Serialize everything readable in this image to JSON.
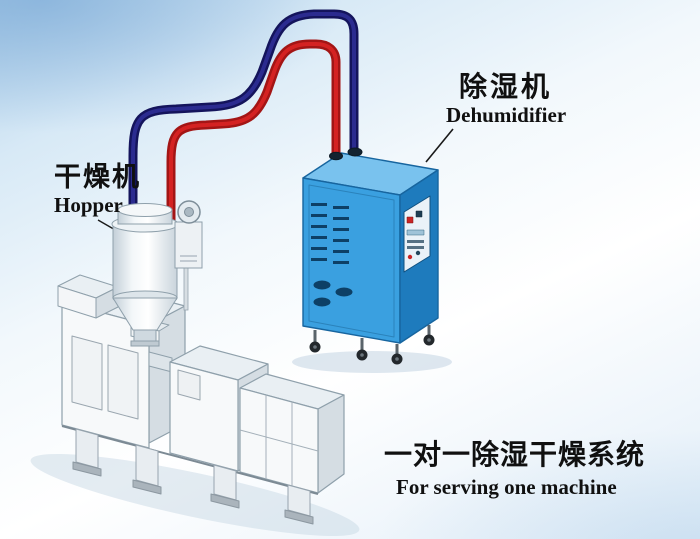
{
  "labels": {
    "hopper": {
      "zh": "干燥机",
      "en": "Hopper"
    },
    "dehumidifier": {
      "zh": "除湿机",
      "en": "Dehumidifier"
    },
    "caption": {
      "zh": "一对一除湿干燥系统",
      "en": "For serving one machine"
    }
  },
  "colors": {
    "hose_red": "#a31515",
    "hose_red_hi": "#d42222",
    "hose_navy": "#14145c",
    "hose_navy_hi": "#2b2b8f",
    "cabinet_front": "#3aa0e0",
    "cabinet_side": "#1e7bbd",
    "cabinet_top": "#79c2ee",
    "background_sky": "#aecfe9"
  }
}
